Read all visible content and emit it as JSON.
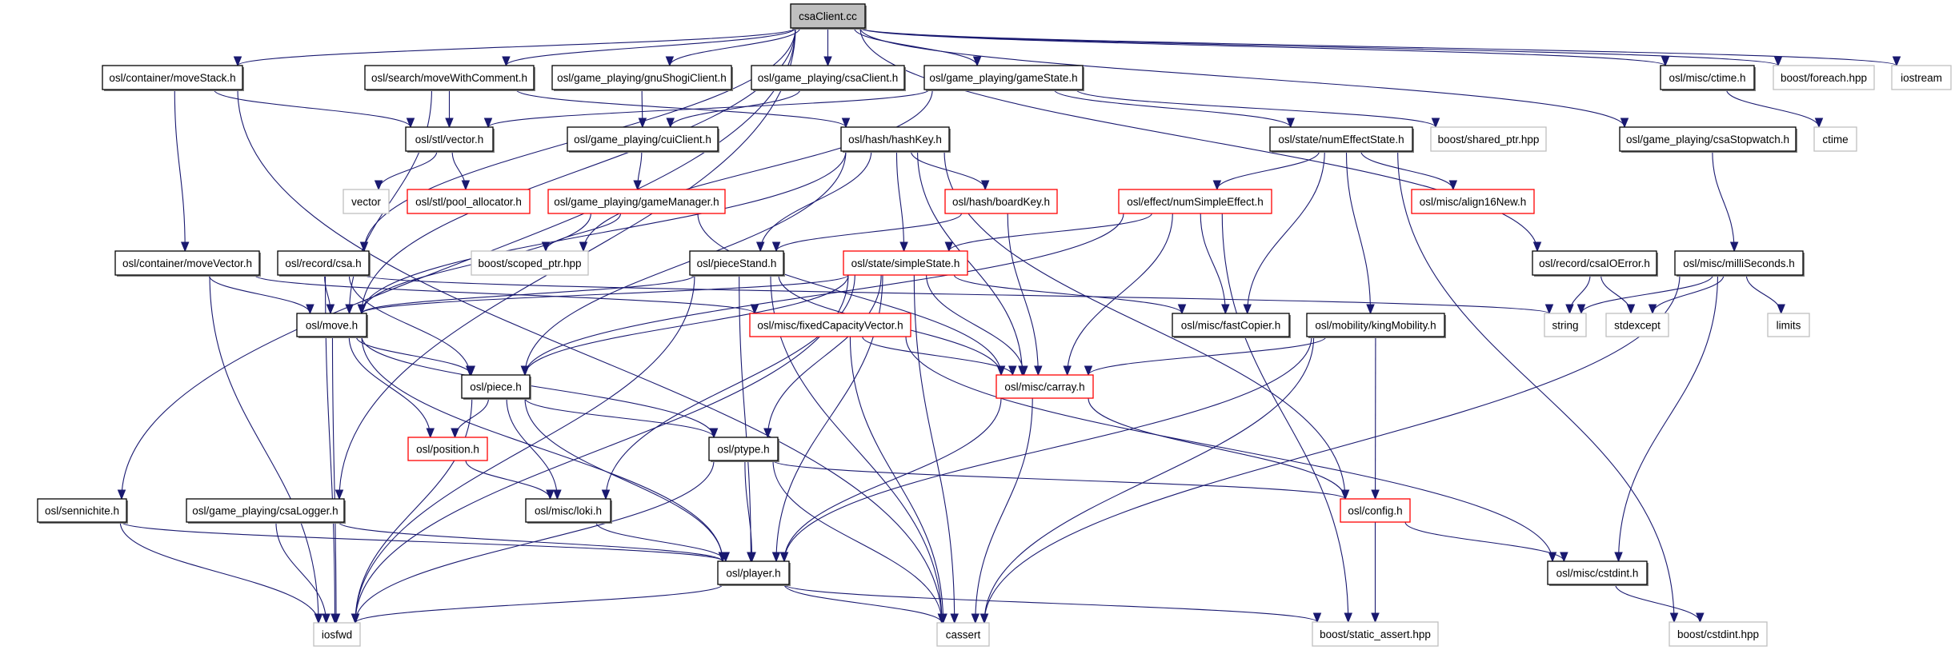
{
  "diagram": {
    "title": "csaClient.cc include dependency graph",
    "colors": {
      "edge": "#191970",
      "root_fill": "#bfbfbf",
      "normal_border": "#000000",
      "external_border": "#bfbfbf",
      "truncated_border": "#ff0000"
    },
    "nodes": [
      {
        "id": "csaClient_cc",
        "label": "csaClient.cc",
        "kind": "root"
      },
      {
        "id": "moveStack",
        "label": "osl/container/moveStack.h",
        "kind": "normal"
      },
      {
        "id": "moveWithComment",
        "label": "osl/search/moveWithComment.h",
        "kind": "normal"
      },
      {
        "id": "gnuShogiClient",
        "label": "osl/game_playing/gnuShogiClient.h",
        "kind": "normal"
      },
      {
        "id": "csaClient_h",
        "label": "osl/game_playing/csaClient.h",
        "kind": "normal"
      },
      {
        "id": "gameState",
        "label": "osl/game_playing/gameState.h",
        "kind": "normal"
      },
      {
        "id": "ctime_h",
        "label": "osl/misc/ctime.h",
        "kind": "normal"
      },
      {
        "id": "foreach",
        "label": "boost/foreach.hpp",
        "kind": "external"
      },
      {
        "id": "iostream",
        "label": "iostream",
        "kind": "external"
      },
      {
        "id": "vector_h",
        "label": "osl/stl/vector.h",
        "kind": "normal"
      },
      {
        "id": "cuiClient",
        "label": "osl/game_playing/cuiClient.h",
        "kind": "normal"
      },
      {
        "id": "hashKey",
        "label": "osl/hash/hashKey.h",
        "kind": "normal"
      },
      {
        "id": "numEffectState",
        "label": "osl/state/numEffectState.h",
        "kind": "normal"
      },
      {
        "id": "shared_ptr",
        "label": "boost/shared_ptr.hpp",
        "kind": "external"
      },
      {
        "id": "csaStopwatch",
        "label": "osl/game_playing/csaStopwatch.h",
        "kind": "normal"
      },
      {
        "id": "ctime",
        "label": "ctime",
        "kind": "external"
      },
      {
        "id": "vector",
        "label": "vector",
        "kind": "external"
      },
      {
        "id": "pool_allocator",
        "label": "osl/stl/pool_allocator.h",
        "kind": "truncated"
      },
      {
        "id": "gameManager",
        "label": "osl/game_playing/gameManager.h",
        "kind": "truncated"
      },
      {
        "id": "boardKey",
        "label": "osl/hash/boardKey.h",
        "kind": "truncated"
      },
      {
        "id": "numSimpleEffect",
        "label": "osl/effect/numSimpleEffect.h",
        "kind": "truncated"
      },
      {
        "id": "align16New",
        "label": "osl/misc/align16New.h",
        "kind": "truncated"
      },
      {
        "id": "moveVector",
        "label": "osl/container/moveVector.h",
        "kind": "normal"
      },
      {
        "id": "csa_h",
        "label": "osl/record/csa.h",
        "kind": "normal"
      },
      {
        "id": "scoped_ptr",
        "label": "boost/scoped_ptr.hpp",
        "kind": "external"
      },
      {
        "id": "pieceStand",
        "label": "osl/pieceStand.h",
        "kind": "normal"
      },
      {
        "id": "simpleState",
        "label": "osl/state/simpleState.h",
        "kind": "truncated"
      },
      {
        "id": "csaIOError",
        "label": "osl/record/csaIOError.h",
        "kind": "normal"
      },
      {
        "id": "milliSeconds",
        "label": "osl/misc/milliSeconds.h",
        "kind": "normal"
      },
      {
        "id": "move_h",
        "label": "osl/move.h",
        "kind": "normal"
      },
      {
        "id": "fixedCapacityVector",
        "label": "osl/misc/fixedCapacityVector.h",
        "kind": "truncated"
      },
      {
        "id": "fastCopier",
        "label": "osl/misc/fastCopier.h",
        "kind": "normal"
      },
      {
        "id": "kingMobility",
        "label": "osl/mobility/kingMobility.h",
        "kind": "normal"
      },
      {
        "id": "string",
        "label": "string",
        "kind": "external"
      },
      {
        "id": "stdexcept",
        "label": "stdexcept",
        "kind": "external"
      },
      {
        "id": "limits",
        "label": "limits",
        "kind": "external"
      },
      {
        "id": "piece_h",
        "label": "osl/piece.h",
        "kind": "normal"
      },
      {
        "id": "carray",
        "label": "osl/misc/carray.h",
        "kind": "truncated"
      },
      {
        "id": "position_h",
        "label": "osl/position.h",
        "kind": "truncated"
      },
      {
        "id": "ptype_h",
        "label": "osl/ptype.h",
        "kind": "normal"
      },
      {
        "id": "sennichite",
        "label": "osl/sennichite.h",
        "kind": "normal"
      },
      {
        "id": "csaLogger",
        "label": "osl/game_playing/csaLogger.h",
        "kind": "normal"
      },
      {
        "id": "loki",
        "label": "osl/misc/loki.h",
        "kind": "normal"
      },
      {
        "id": "config_h",
        "label": "osl/config.h",
        "kind": "truncated"
      },
      {
        "id": "player_h",
        "label": "osl/player.h",
        "kind": "normal"
      },
      {
        "id": "cstdint_h",
        "label": "osl/misc/cstdint.h",
        "kind": "normal"
      },
      {
        "id": "iosfwd",
        "label": "iosfwd",
        "kind": "external"
      },
      {
        "id": "cassert",
        "label": "cassert",
        "kind": "external"
      },
      {
        "id": "static_assert",
        "label": "boost/static_assert.hpp",
        "kind": "external"
      },
      {
        "id": "boost_cstdint",
        "label": "boost/cstdint.hpp",
        "kind": "external"
      }
    ],
    "edges": [
      [
        "csaClient_cc",
        "moveStack"
      ],
      [
        "csaClient_cc",
        "moveWithComment"
      ],
      [
        "csaClient_cc",
        "gnuShogiClient"
      ],
      [
        "csaClient_cc",
        "csaClient_h"
      ],
      [
        "csaClient_cc",
        "gameState"
      ],
      [
        "csaClient_cc",
        "ctime_h"
      ],
      [
        "csaClient_cc",
        "foreach"
      ],
      [
        "csaClient_cc",
        "iostream"
      ],
      [
        "csaClient_cc",
        "csa_h"
      ],
      [
        "csaClient_cc",
        "sennichite"
      ],
      [
        "csaClient_cc",
        "csaLogger"
      ],
      [
        "csaClient_cc",
        "csaIOError"
      ],
      [
        "csaClient_cc",
        "csaStopwatch"
      ],
      [
        "csaClient_cc",
        "move_h"
      ],
      [
        "moveStack",
        "vector_h"
      ],
      [
        "moveStack",
        "moveVector"
      ],
      [
        "moveStack",
        "cassert"
      ],
      [
        "moveWithComment",
        "vector_h"
      ],
      [
        "moveWithComment",
        "hashKey"
      ],
      [
        "moveWithComment",
        "move_h"
      ],
      [
        "gnuShogiClient",
        "cuiClient"
      ],
      [
        "csaClient_h",
        "cuiClient"
      ],
      [
        "gameState",
        "vector_h"
      ],
      [
        "gameState",
        "numEffectState"
      ],
      [
        "gameState",
        "shared_ptr"
      ],
      [
        "gameState",
        "scoped_ptr"
      ],
      [
        "ctime_h",
        "ctime"
      ],
      [
        "vector_h",
        "vector"
      ],
      [
        "vector_h",
        "pool_allocator"
      ],
      [
        "cuiClient",
        "gameManager"
      ],
      [
        "gameManager",
        "scoped_ptr"
      ],
      [
        "gameManager",
        "move_h"
      ],
      [
        "gameManager",
        "carray"
      ],
      [
        "hashKey",
        "boardKey"
      ],
      [
        "hashKey",
        "pieceStand"
      ],
      [
        "hashKey",
        "simpleState"
      ],
      [
        "hashKey",
        "carray"
      ],
      [
        "hashKey",
        "move_h"
      ],
      [
        "hashKey",
        "piece_h"
      ],
      [
        "hashKey",
        "config_h"
      ],
      [
        "numEffectState",
        "numSimpleEffect"
      ],
      [
        "numEffectState",
        "align16New"
      ],
      [
        "numEffectState",
        "fastCopier"
      ],
      [
        "numEffectState",
        "kingMobility"
      ],
      [
        "numEffectState",
        "boost_cstdint"
      ],
      [
        "csaStopwatch",
        "milliSeconds"
      ],
      [
        "boardKey",
        "pieceStand"
      ],
      [
        "boardKey",
        "carray"
      ],
      [
        "numSimpleEffect",
        "simpleState"
      ],
      [
        "numSimpleEffect",
        "fastCopier"
      ],
      [
        "numSimpleEffect",
        "carray"
      ],
      [
        "numSimpleEffect",
        "piece_h"
      ],
      [
        "numSimpleEffect",
        "static_assert"
      ],
      [
        "moveVector",
        "move_h"
      ],
      [
        "moveVector",
        "fixedCapacityVector"
      ],
      [
        "moveVector",
        "iosfwd"
      ],
      [
        "csa_h",
        "move_h"
      ],
      [
        "csa_h",
        "piece_h"
      ],
      [
        "csa_h",
        "string"
      ],
      [
        "csa_h",
        "iosfwd"
      ],
      [
        "pieceStand",
        "move_h"
      ],
      [
        "pieceStand",
        "player_h"
      ],
      [
        "pieceStand",
        "carray"
      ],
      [
        "pieceStand",
        "cassert"
      ],
      [
        "pieceStand",
        "iosfwd"
      ],
      [
        "simpleState",
        "move_h"
      ],
      [
        "simpleState",
        "piece_h"
      ],
      [
        "simpleState",
        "ptype_h"
      ],
      [
        "simpleState",
        "carray"
      ],
      [
        "simpleState",
        "fastCopier"
      ],
      [
        "simpleState",
        "loki"
      ],
      [
        "simpleState",
        "iosfwd"
      ],
      [
        "simpleState",
        "player_h"
      ],
      [
        "simpleState",
        "cassert"
      ],
      [
        "csaIOError",
        "string"
      ],
      [
        "csaIOError",
        "stdexcept"
      ],
      [
        "milliSeconds",
        "string"
      ],
      [
        "milliSeconds",
        "stdexcept"
      ],
      [
        "milliSeconds",
        "limits"
      ],
      [
        "milliSeconds",
        "cstdint_h"
      ],
      [
        "milliSeconds",
        "cassert"
      ],
      [
        "move_h",
        "piece_h"
      ],
      [
        "move_h",
        "position_h"
      ],
      [
        "move_h",
        "ptype_h"
      ],
      [
        "move_h",
        "player_h"
      ],
      [
        "move_h",
        "iosfwd"
      ],
      [
        "fixedCapacityVector",
        "carray"
      ],
      [
        "fixedCapacityVector",
        "cassert"
      ],
      [
        "fixedCapacityVector",
        "cstdint_h"
      ],
      [
        "kingMobility",
        "carray"
      ],
      [
        "kingMobility",
        "config_h"
      ],
      [
        "kingMobility",
        "player_h"
      ],
      [
        "kingMobility",
        "cassert"
      ],
      [
        "piece_h",
        "position_h"
      ],
      [
        "piece_h",
        "ptype_h"
      ],
      [
        "piece_h",
        "loki"
      ],
      [
        "piece_h",
        "player_h"
      ],
      [
        "piece_h",
        "iosfwd"
      ],
      [
        "carray",
        "config_h"
      ],
      [
        "carray",
        "player_h"
      ],
      [
        "carray",
        "cassert"
      ],
      [
        "position_h",
        "loki"
      ],
      [
        "ptype_h",
        "player_h"
      ],
      [
        "ptype_h",
        "config_h"
      ],
      [
        "ptype_h",
        "cassert"
      ],
      [
        "ptype_h",
        "iosfwd"
      ],
      [
        "sennichite",
        "player_h"
      ],
      [
        "sennichite",
        "iosfwd"
      ],
      [
        "csaLogger",
        "player_h"
      ],
      [
        "csaLogger",
        "iosfwd"
      ],
      [
        "loki",
        "player_h"
      ],
      [
        "config_h",
        "cstdint_h"
      ],
      [
        "config_h",
        "static_assert"
      ],
      [
        "player_h",
        "cassert"
      ],
      [
        "player_h",
        "static_assert"
      ],
      [
        "player_h",
        "iosfwd"
      ],
      [
        "cstdint_h",
        "boost_cstdint"
      ]
    ]
  }
}
